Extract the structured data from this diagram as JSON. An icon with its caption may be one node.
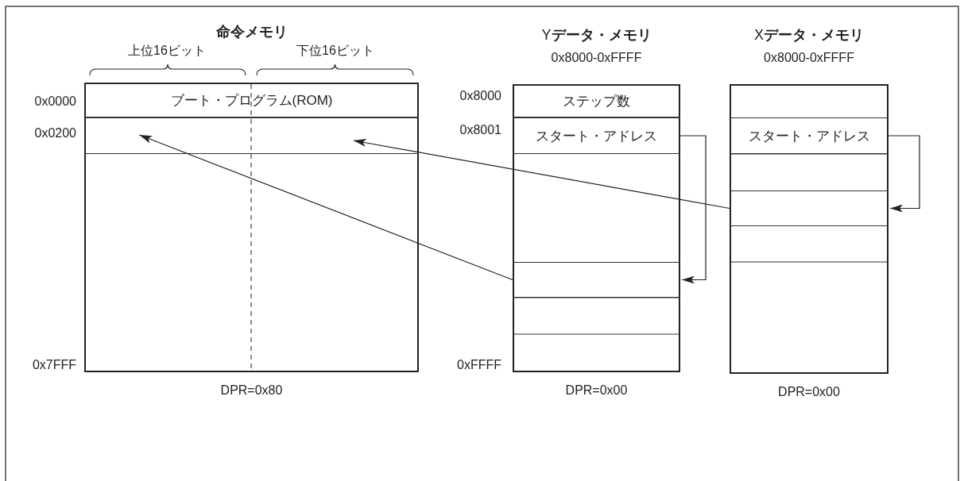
{
  "diagram": {
    "nodes": [
      {
        "text": [
          "命令メモリ"
        ],
        "beside": [
          "DPR=0x80"
        ]
      },
      {
        "text": [
          "ブート・プログラム(ROM)"
        ],
        "in": 0
      },
      {
        "text": [],
        "shape": "box",
        "in": 0
      },
      {
        "text": [],
        "shape": "box",
        "in": 0
      },
      {
        "text": [
          "Y**データ・メモリ**",
          "0x8000-0xFFFF"
        ],
        "beside": [
          "DPR=0x00"
        ]
      },
      {
        "text": [
          "ステップ数"
        ],
        "in": 4
      },
      {
        "text": [
          "スタート・アドレス"
        ],
        "in": 4
      },
      {
        "text": [],
        "shape": "box",
        "in": 4
      },
      {
        "text": [
          "X**データ・メモリ**",
          "0x8000-0xFFFF"
        ],
        "beside": [
          "DPR=0x00"
        ]
      },
      {
        "text": [
          "スタート・アドレス"
        ],
        "in": 8
      },
      {
        "text": [],
        "shape": "box",
        "in": 8
      }
    ],
    "edges": [
      {
        "from": 6,
        "to": 7,
        "arrow": "to"
      },
      {
        "from": 7,
        "to": 2,
        "arrow": "to"
      },
      {
        "from": 9,
        "to": 10,
        "arrow": "to"
      },
      {
        "from": 10,
        "to": 3,
        "arrow": "to"
      }
    ],
    "labels": [
      "上位16ビット",
      "下位16ビット",
      "0x0000",
      "0x0200",
      "0x8000",
      "0x8001",
      "0x7FFF",
      "0xFFFF"
    ]
  }
}
